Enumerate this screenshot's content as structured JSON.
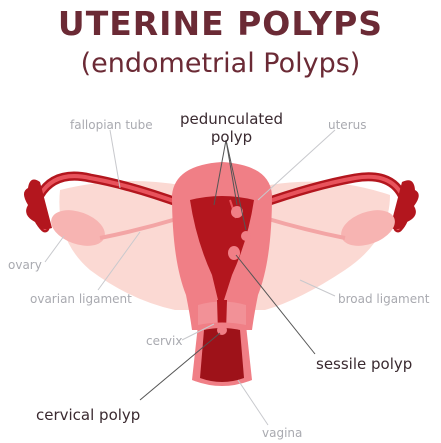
{
  "title": "UTERINE POLYPS",
  "subtitle": "(endometrial Polyps)",
  "labels": {
    "fallopian_tube": "fallopian tube",
    "pedunculated_polyp": "pedunculated\npolyp",
    "uterus": "uterus",
    "ovary": "ovary",
    "ovarian_ligament": "ovarian ligament",
    "broad_ligament": "broad ligament",
    "cervix": "cervix",
    "sessile_polyp": "sessile polyp",
    "cervical_polyp": "cervical polyp",
    "vagina": "vagina"
  },
  "colors": {
    "title": "#6b2a35",
    "uterus_outer": "#f07f86",
    "uterus_inner": "#b3161e",
    "tube_light": "#f7b4b2",
    "ligament": "#fbd9d3",
    "label_grey": "#a9aab0",
    "label_dark": "#3a2a30"
  }
}
